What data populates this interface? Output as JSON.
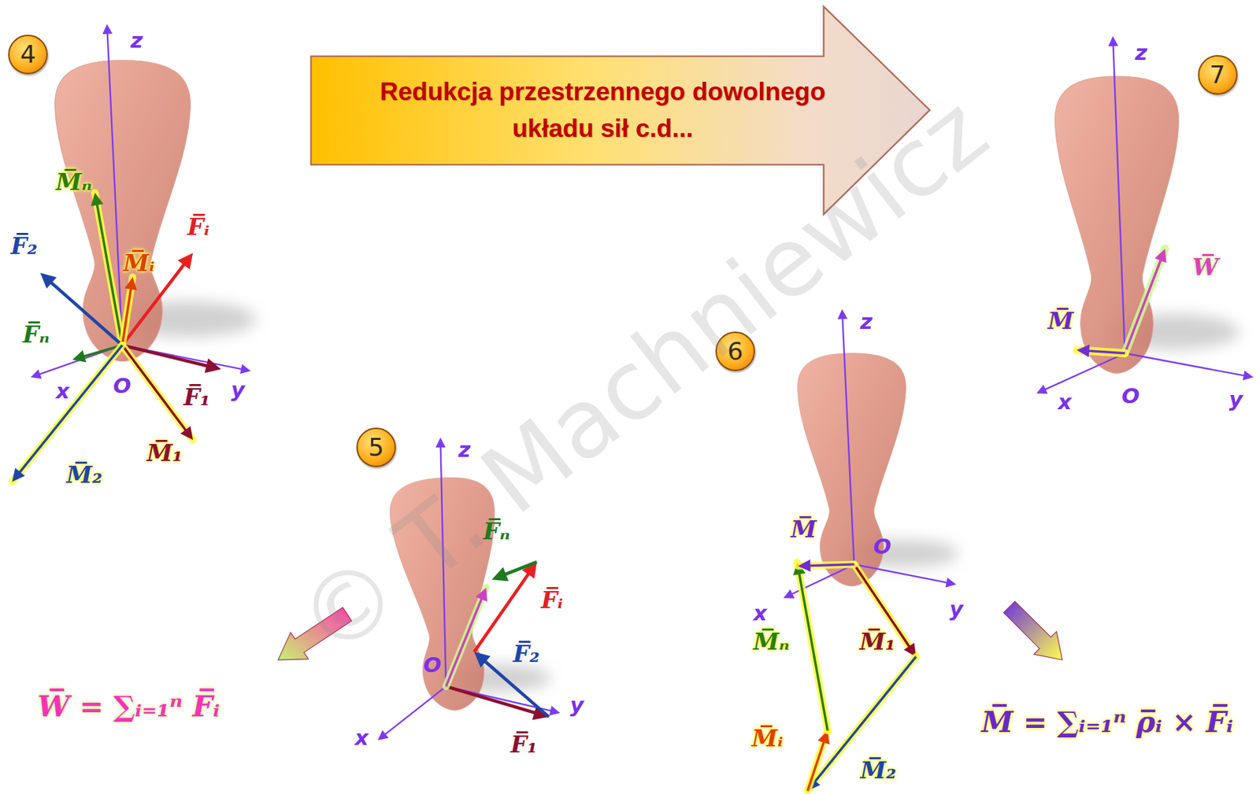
{
  "diagram": {
    "title": "Redukcja przestrzennego dowolnego układu sił c.d...",
    "nodes": [
      {
        "text": [
          "4"
        ]
      },
      {
        "text": [
          "Redukcja przestrzennego dowolnego układu sił c.d..."
        ]
      },
      {
        "text": [
          "7"
        ]
      },
      {
        "text": [
          "6"
        ]
      },
      {
        "text": [
          "5"
        ]
      }
    ],
    "labels": [
      "z",
      "x",
      "O",
      "y",
      "M̅ₙ",
      "F̅ᵢ",
      "M̅ᵢ",
      "F̅₂",
      "F̅ₙ",
      "F̅₁",
      "M̅₁",
      "M̅₂",
      "z",
      "O",
      "x",
      "y",
      "F̅ₙ",
      "F̅ᵢ",
      "F̅₂",
      "F̅₁",
      "W̅ = ∑ᵢ₌₁ⁿ F̅ᵢ",
      "z",
      "O",
      "x",
      "y",
      "M̅",
      "M̅ₙ",
      "M̅₁",
      "M̅ᵢ",
      "M̅₂",
      "M̅ = ∑ᵢ₌₁ⁿ ρ̅ᵢ × F̅ᵢ",
      "z",
      "x",
      "O",
      "y",
      "W̅",
      "M̅",
      "© T. Machniewicz"
    ]
  }
}
